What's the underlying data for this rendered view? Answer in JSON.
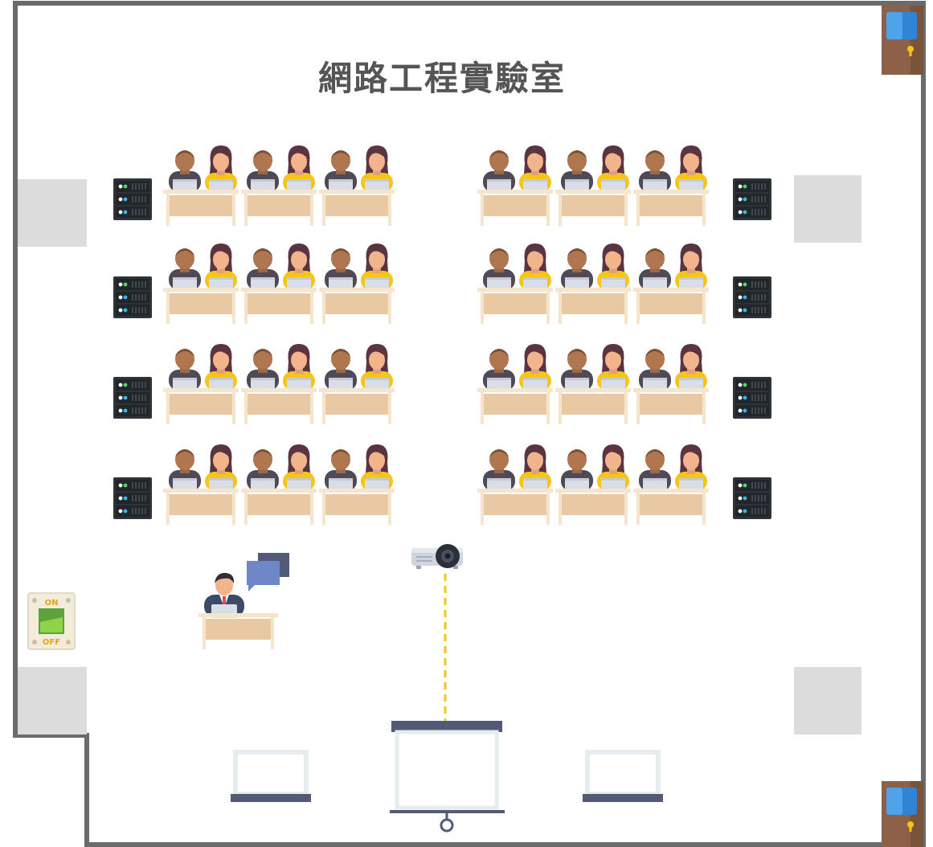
{
  "room": {
    "title": "網路工程實驗室",
    "wall_color": "#6b6b6b",
    "pillar_color": "#dcdcdc",
    "desk_color": "#e8c9a3",
    "desk_frame_color": "#f6e5cc",
    "accent_color": "#f5c518",
    "screen_bar_color": "#535a78"
  },
  "layout": {
    "student_rows": 4,
    "blocks_per_row": 2,
    "desks_per_block": 3,
    "students_per_desk": 2,
    "server_racks": 8
  },
  "light_switch": {
    "on_label": "ON",
    "off_label": "OFF",
    "state": "on"
  },
  "icons": {
    "door": "door-icon",
    "server": "server-rack-icon",
    "student_male": "student-male-icon",
    "student_female": "student-female-icon",
    "teacher": "teacher-icon",
    "chat": "chat-bubbles-icon",
    "projector": "projector-icon",
    "projection_screen": "projection-screen-icon",
    "monitor": "monitor-stand-icon",
    "switch": "light-switch-icon"
  }
}
